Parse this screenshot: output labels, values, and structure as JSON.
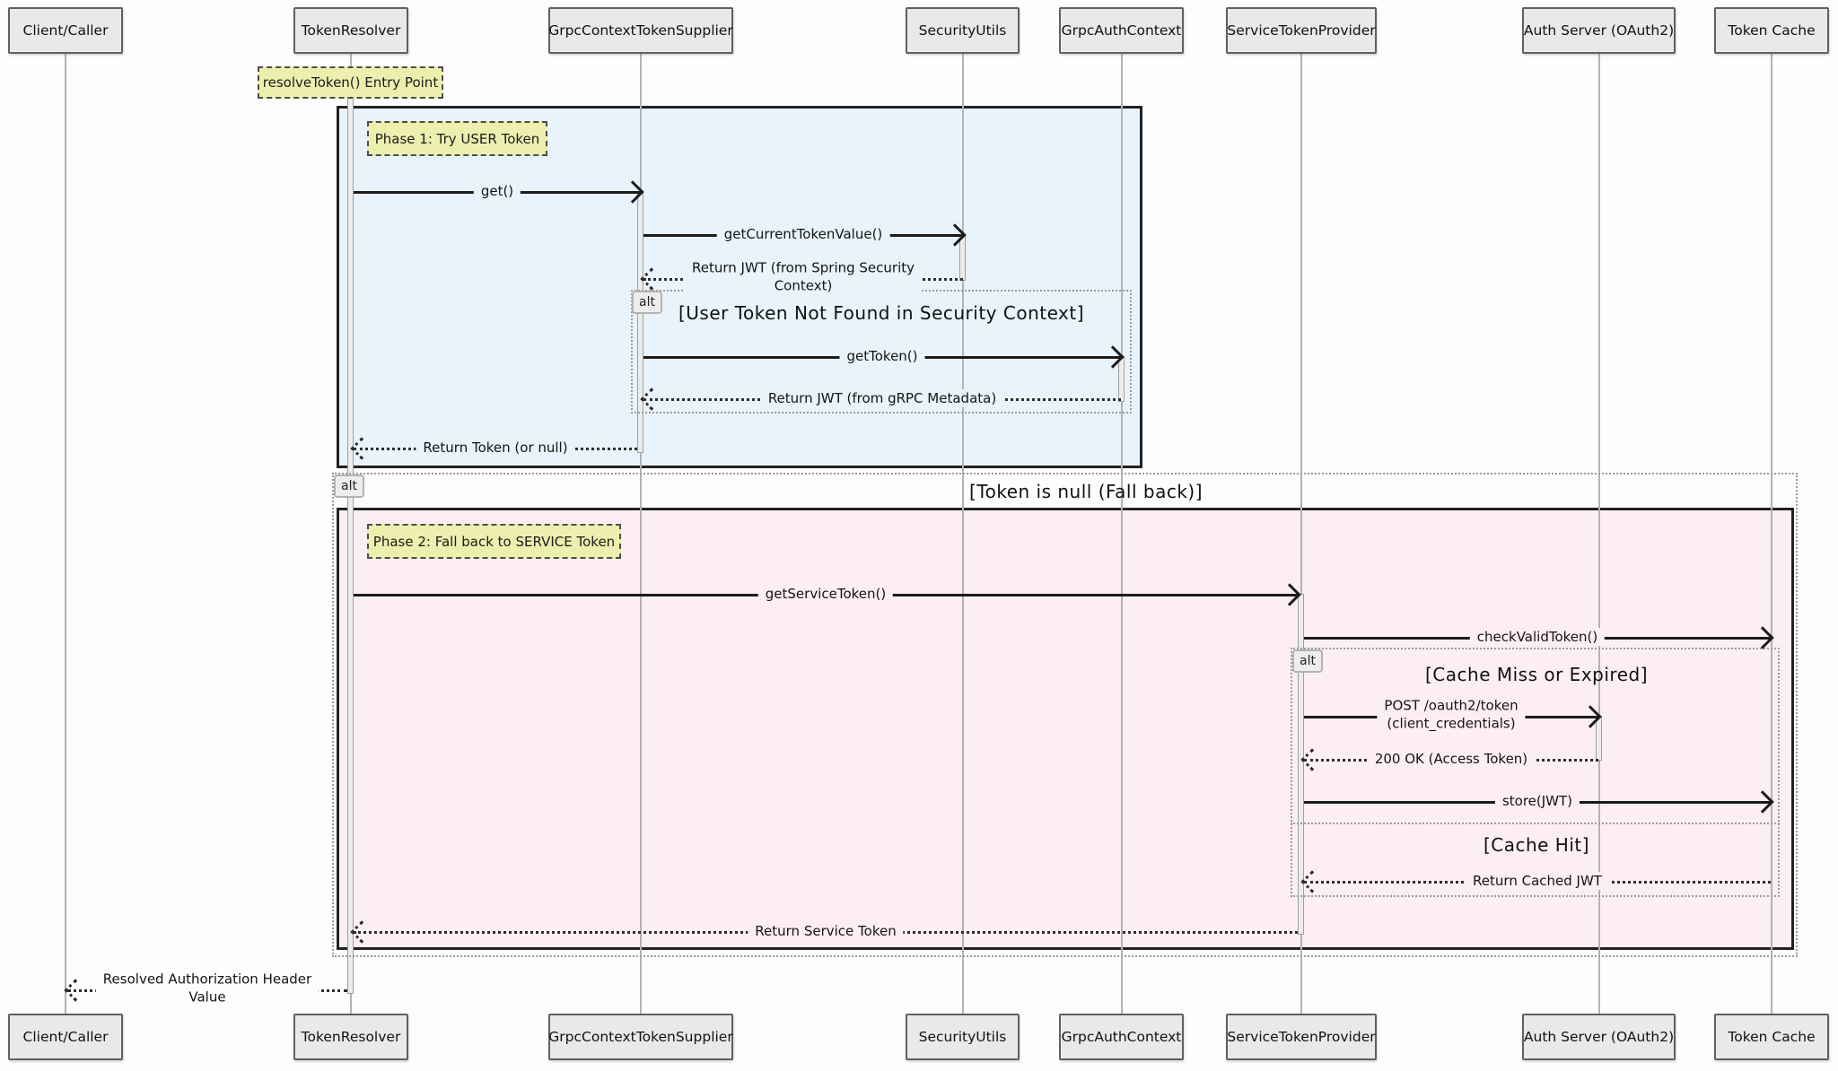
{
  "diagram_type": "sequence-diagram",
  "participants": [
    "Client/Caller",
    "TokenResolver",
    "GrpcContextTokenSupplier",
    "SecurityUtils",
    "GrpcAuthContext",
    "ServiceTokenProvider",
    "Auth Server (OAuth2)",
    "Token Cache"
  ],
  "notes": {
    "entry": "resolveToken() Entry Point",
    "phase1": "Phase 1: Try USER Token",
    "phase2": "Phase 2: Fall back to SERVICE Token"
  },
  "frames": {
    "alt_user_token": {
      "tag": "alt",
      "condition": "[User Token Not Found in Security Context]"
    },
    "alt_outer": {
      "tag": "alt",
      "condition": "[Token is null (Fall back)]"
    },
    "alt_cache": {
      "tag": "alt",
      "condition_miss": "[Cache Miss or Expired]",
      "condition_hit": "[Cache Hit]"
    }
  },
  "messages": {
    "get": {
      "label": "get()",
      "from": "TokenResolver",
      "to": "GrpcContextTokenSupplier",
      "style": "solid"
    },
    "get_current_token_value": {
      "label": "getCurrentTokenValue()",
      "from": "GrpcContextTokenSupplier",
      "to": "SecurityUtils",
      "style": "solid"
    },
    "return_jwt_spring": {
      "line1": "Return JWT (from Spring Security",
      "line2": "Context)",
      "from": "SecurityUtils",
      "to": "GrpcContextTokenSupplier",
      "style": "dashed"
    },
    "get_token": {
      "label": "getToken()",
      "from": "GrpcContextTokenSupplier",
      "to": "GrpcAuthContext",
      "style": "solid"
    },
    "return_jwt_grpc": {
      "label": "Return JWT (from gRPC Metadata)",
      "from": "GrpcAuthContext",
      "to": "GrpcContextTokenSupplier",
      "style": "dashed"
    },
    "return_token_or_null": {
      "label": "Return Token (or null)",
      "from": "GrpcContextTokenSupplier",
      "to": "TokenResolver",
      "style": "dashed"
    },
    "get_service_token": {
      "label": "getServiceToken()",
      "from": "TokenResolver",
      "to": "ServiceTokenProvider",
      "style": "solid"
    },
    "check_valid_token": {
      "label": "checkValidToken()",
      "from": "ServiceTokenProvider",
      "to": "Token Cache",
      "style": "solid"
    },
    "post_oauth2_token": {
      "line1": "POST /oauth2/token",
      "line2": "(client_credentials)",
      "from": "ServiceTokenProvider",
      "to": "Auth Server (OAuth2)",
      "style": "solid"
    },
    "ok_access_token": {
      "label": "200 OK (Access Token)",
      "from": "Auth Server (OAuth2)",
      "to": "ServiceTokenProvider",
      "style": "dashed"
    },
    "store_jwt": {
      "label": "store(JWT)",
      "from": "ServiceTokenProvider",
      "to": "Token Cache",
      "style": "solid"
    },
    "return_cached_jwt": {
      "label": "Return Cached JWT",
      "from": "Token Cache",
      "to": "ServiceTokenProvider",
      "style": "dashed"
    },
    "return_service_token": {
      "label": "Return Service Token",
      "from": "ServiceTokenProvider",
      "to": "TokenResolver",
      "style": "dashed"
    },
    "resolved_auth_header": {
      "line1": "Resolved Authorization Header",
      "line2": "Value",
      "from": "TokenResolver",
      "to": "Client/Caller",
      "style": "dashed"
    }
  },
  "colors": {
    "phase1_fill": "#e8f3fc",
    "phase2_fill": "#fdeef3",
    "note_fill": "#edefae",
    "participant_fill": "#e9e9e9",
    "frame_border": "#9b9b9b",
    "message_line": "#1b1b1b"
  }
}
